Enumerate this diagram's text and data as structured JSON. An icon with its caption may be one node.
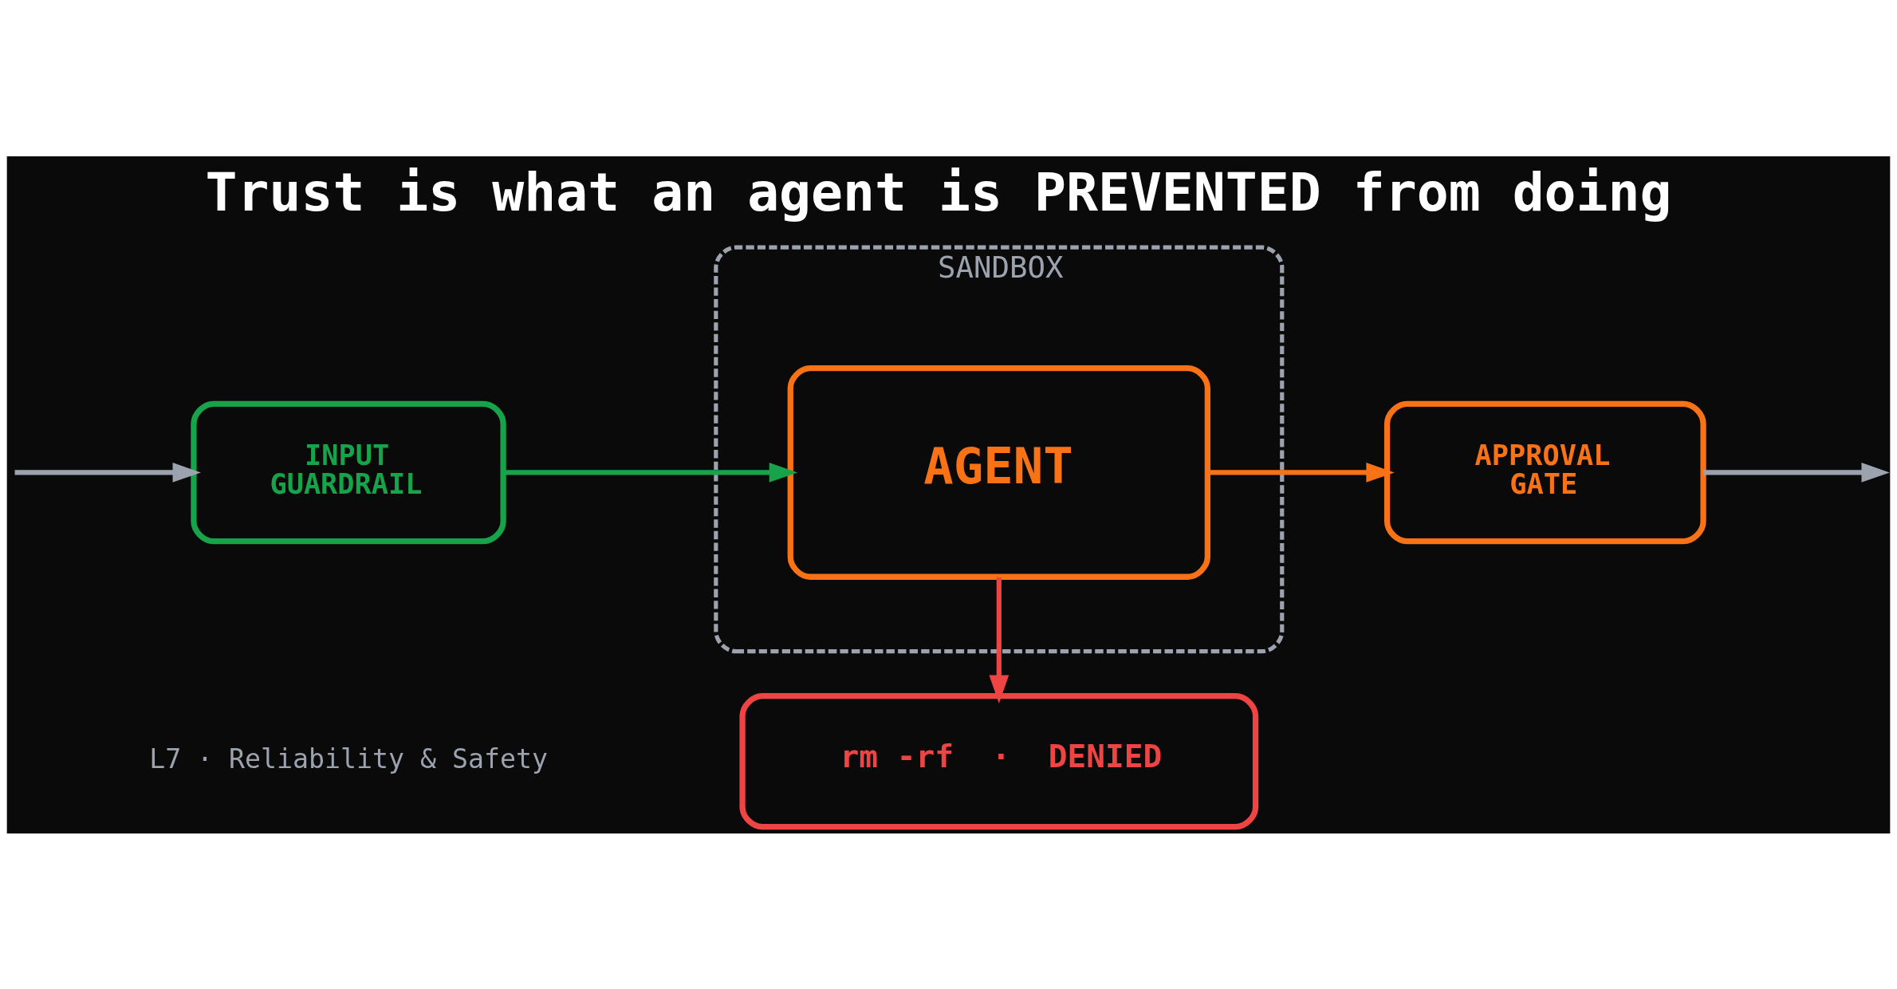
{
  "diagram": {
    "title": "Trust is what an agent is PREVENTED from doing",
    "nodes": [
      {
        "text": [
          "INPUT GUARDRAIL"
        ]
      },
      {
        "text": [
          "SANDBOX"
        ]
      },
      {
        "text": [
          "AGENT"
        ],
        "in": 1
      },
      {
        "text": [
          "APPROVAL GATE"
        ]
      },
      {
        "text": [
          "rm -rf  ·  DENIED"
        ]
      }
    ],
    "edges": [
      {
        "from": null,
        "to": 0,
        "arrow": "to",
        "color": "#9ca3af"
      },
      {
        "from": 0,
        "to": 2,
        "arrow": "to",
        "color": "#16a34a"
      },
      {
        "from": 2,
        "to": 3,
        "arrow": "to",
        "color": "#f97316"
      },
      {
        "from": 3,
        "to": null,
        "arrow": "to",
        "color": "#9ca3af"
      },
      {
        "from": 2,
        "to": 4,
        "arrow": "to",
        "color": "#ef4444"
      }
    ],
    "labels": [
      "L7 · Reliability & Safety"
    ]
  }
}
